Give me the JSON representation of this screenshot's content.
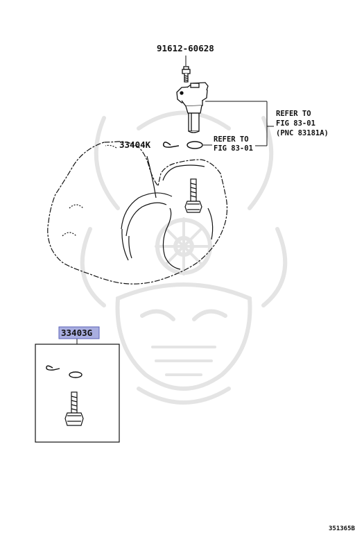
{
  "labels": {
    "bolt_part": "91612-60628",
    "oring_part": "33404K",
    "kit_part": "33403G",
    "refer_a_line1": "REFER TO",
    "refer_a_line2": "FIG 83-01",
    "refer_a_line3": "(PNC 83181A)",
    "refer_b_line1": "REFER TO",
    "refer_b_line2": "FIG 83-01",
    "figure_code": "351365B"
  },
  "colors": {
    "ink": "#111111",
    "highlight_fill": "#a9aee0",
    "highlight_stroke": "#5c63b8",
    "watermark": "#e6e6e6"
  },
  "icons": {
    "watermark": "samurai-helmet-watermark-icon"
  }
}
